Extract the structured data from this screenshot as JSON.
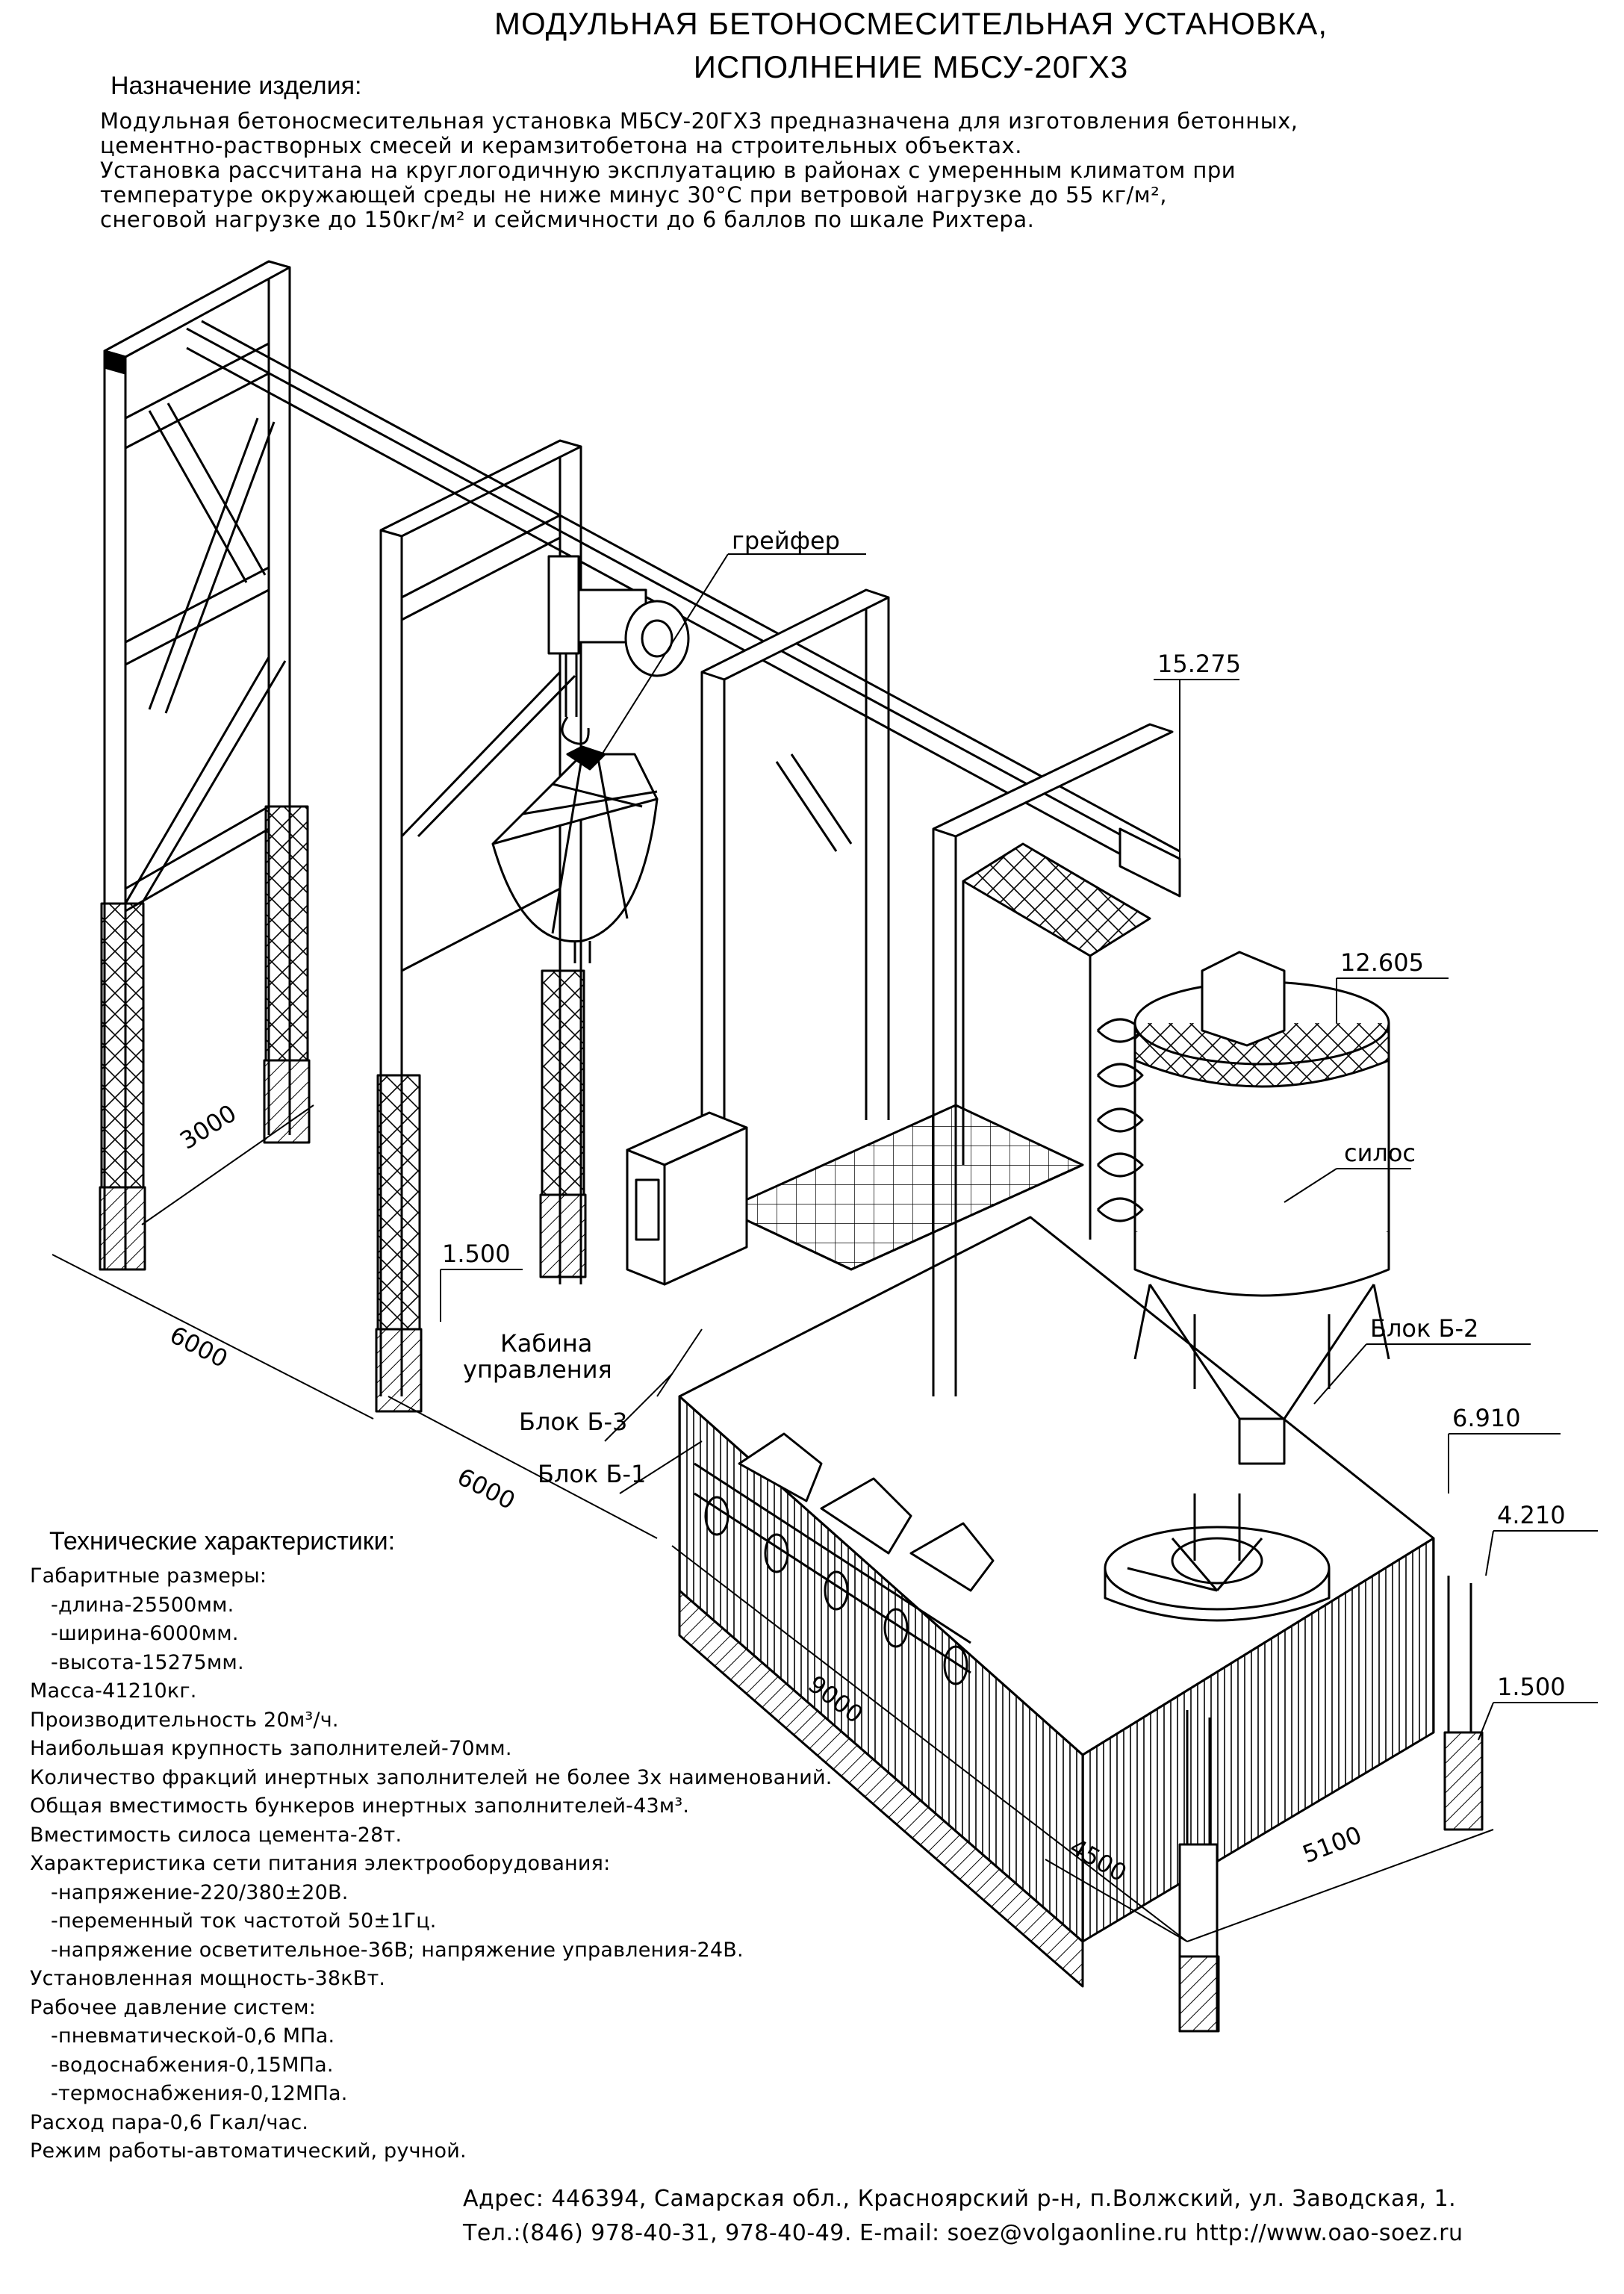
{
  "header": {
    "title_line1": "МОДУЛЬНАЯ БЕТОНОСМЕСИТЕЛЬНАЯ УСТАНОВКА,",
    "title_line2": "ИСПОЛНЕНИЕ МБСУ-20ГХ3"
  },
  "purpose": {
    "heading": "Назначение изделия:",
    "lines": [
      "Модульная бетоносмесительная установка МБСУ-20ГХ3 предназначена для изготовления бетонных,",
      "цементно-растворных смесей и керамзитобетона на строительных объектах.",
      "Установка рассчитана на круглогодичную эксплуатацию в районах с умеренным климатом при",
      "температуре окружающей среды не ниже минус 30°C при ветровой нагрузке до 55 кг/м²,",
      "снеговой нагрузке до 150кг/м² и сейсмичности до 6 баллов по шкале Рихтера."
    ]
  },
  "diagram": {
    "labels": {
      "grab": "грейфер",
      "silo": "силос",
      "cabin_line1": "Кабина",
      "cabin_line2": "управления",
      "block_b3": "Блок Б-3",
      "block_b1": "Блок Б-1",
      "block_b2": "Блок Б-2"
    },
    "elevations": {
      "top": "15.275",
      "silo_top": "12.605",
      "mixer": "6.910",
      "platform": "4.210",
      "left_level": "1.500",
      "right_level": "1.500"
    },
    "dimensions": {
      "d3000": "3000",
      "d6000a": "6000",
      "d6000b": "6000",
      "d9000": "9000",
      "d4500": "4500",
      "d5100": "5100"
    }
  },
  "specs": {
    "heading": "Технические характеристики:",
    "lines": [
      "Габаритные размеры:",
      "  -длина-25500мм.",
      "  -ширина-6000мм.",
      "  -высота-15275мм.",
      "Масса-41210кг.",
      "Производительность 20м³/ч.",
      "Наибольшая крупность заполнителей-70мм.",
      "Количество фракций инертных заполнителей не более 3х наименований.",
      "Общая вместимость бункеров инертных заполнителей-43м³.",
      "Вместимость силоса цемента-28т.",
      "Характеристика сети питания электрооборудования:",
      "  -напряжение-220/380±20В.",
      "  -переменный ток частотой 50±1Гц.",
      "  -напряжение осветительное-36В; напряжение управления-24В.",
      "Установленная мощность-38кВт.",
      "Рабочее давление систем:",
      "  -пневматической-0,6 МПа.",
      "  -водоснабжения-0,15МПа.",
      "  -термоснабжения-0,12МПа.",
      "Расход пара-0,6 Гкал/час.",
      "Режим работы-автоматический, ручной."
    ]
  },
  "footer": {
    "address": "Адрес: 446394, Самарская обл., Красноярский р-н, п.Волжский, ул. Заводская, 1.",
    "contacts": "Тел.:(846) 978-40-31, 978-40-49. E-mail: soez@volgaonline.ru   http://www.oao-soez.ru"
  }
}
